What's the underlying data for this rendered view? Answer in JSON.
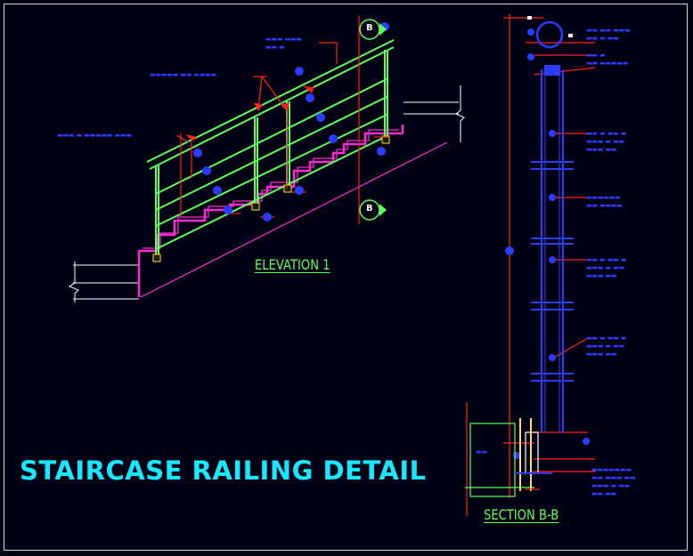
{
  "drawing": {
    "title": "STAIRCASE RAILING DETAIL",
    "elevation_label": "ELEVATION 1",
    "section_label": "SECTION B-B",
    "section_marker": "B",
    "colors": {
      "background": "#000014",
      "title": "#18e8ff",
      "railing": "#5cff5c",
      "stairs": "#ff2ad0",
      "dimension": "#ff2020",
      "annotation": "#2a3cff",
      "structure": "#ffffff"
    }
  }
}
